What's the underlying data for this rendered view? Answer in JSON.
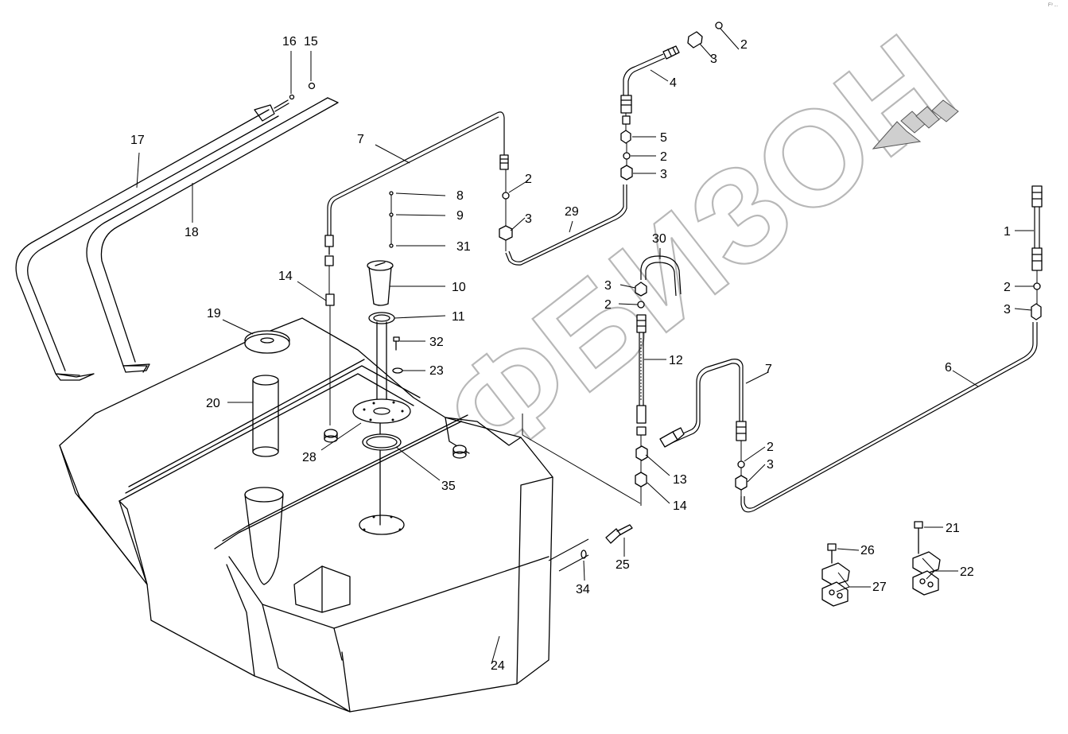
{
  "diagram": {
    "watermark": "ФБИЗОН",
    "corner_mark": "F³ ...",
    "colors": {
      "line": "#000000",
      "background": "#ffffff",
      "watermark": "#b8b8b8",
      "arrow": "#cfcfcf"
    },
    "callouts": [
      {
        "id": "c1",
        "text": "1"
      },
      {
        "id": "c2a",
        "text": "2"
      },
      {
        "id": "c2b",
        "text": "2"
      },
      {
        "id": "c2c",
        "text": "2"
      },
      {
        "id": "c2d",
        "text": "2"
      },
      {
        "id": "c2e",
        "text": "2"
      },
      {
        "id": "c2f",
        "text": "2"
      },
      {
        "id": "c3a",
        "text": "3"
      },
      {
        "id": "c3b",
        "text": "3"
      },
      {
        "id": "c3c",
        "text": "3"
      },
      {
        "id": "c3d",
        "text": "3"
      },
      {
        "id": "c3e",
        "text": "3"
      },
      {
        "id": "c3f",
        "text": "3"
      },
      {
        "id": "c4",
        "text": "4"
      },
      {
        "id": "c5",
        "text": "5"
      },
      {
        "id": "c6",
        "text": "6"
      },
      {
        "id": "c7a",
        "text": "7"
      },
      {
        "id": "c7b",
        "text": "7"
      },
      {
        "id": "c8",
        "text": "8"
      },
      {
        "id": "c9",
        "text": "9"
      },
      {
        "id": "c10",
        "text": "10"
      },
      {
        "id": "c11",
        "text": "11"
      },
      {
        "id": "c12",
        "text": "12"
      },
      {
        "id": "c13",
        "text": "13"
      },
      {
        "id": "c14a",
        "text": "14"
      },
      {
        "id": "c14b",
        "text": "14"
      },
      {
        "id": "c15",
        "text": "15"
      },
      {
        "id": "c16",
        "text": "16"
      },
      {
        "id": "c17",
        "text": "17"
      },
      {
        "id": "c18",
        "text": "18"
      },
      {
        "id": "c19",
        "text": "19"
      },
      {
        "id": "c20",
        "text": "20"
      },
      {
        "id": "c21",
        "text": "21"
      },
      {
        "id": "c22",
        "text": "22"
      },
      {
        "id": "c23",
        "text": "23"
      },
      {
        "id": "c24",
        "text": "24"
      },
      {
        "id": "c25",
        "text": "25"
      },
      {
        "id": "c26",
        "text": "26"
      },
      {
        "id": "c27",
        "text": "27"
      },
      {
        "id": "c28",
        "text": "28"
      },
      {
        "id": "c29",
        "text": "29"
      },
      {
        "id": "c30",
        "text": "30"
      },
      {
        "id": "c31",
        "text": "31"
      },
      {
        "id": "c32",
        "text": "32"
      },
      {
        "id": "c34",
        "text": "34"
      },
      {
        "id": "c35",
        "text": "35"
      }
    ]
  }
}
